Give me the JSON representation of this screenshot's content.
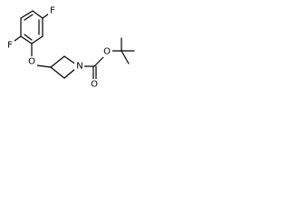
{
  "molecule": {
    "atoms": {
      "fluorine_top": "F",
      "fluorine_left": "F",
      "ether_oxygen": "O",
      "azetidine_nitrogen": "N",
      "carbonyl_oxygen": "O",
      "ester_oxygen": "O"
    }
  }
}
